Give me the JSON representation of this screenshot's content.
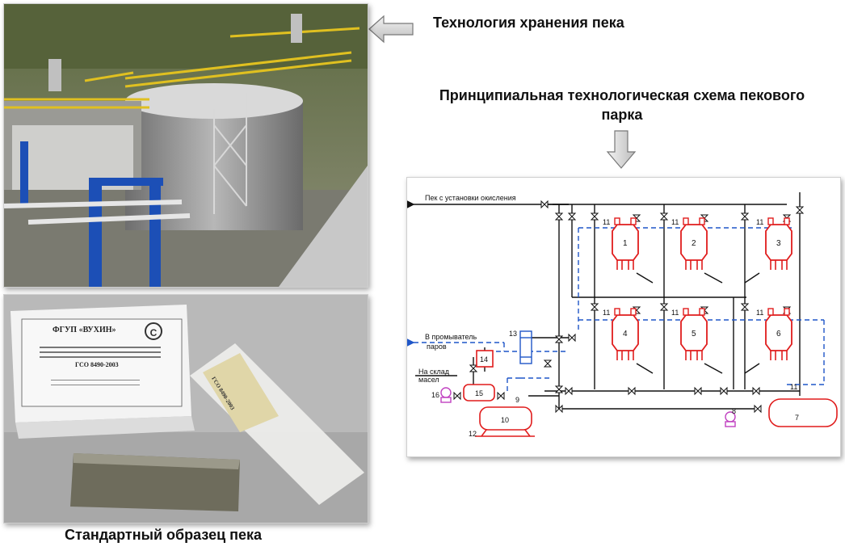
{
  "titles": {
    "storage": "Технология хранения пека",
    "scheme": "Принципиальная технологическая схема пекового парка",
    "sample": "Стандартный образец пека"
  },
  "photo_sample": {
    "box_org": "ФГУП «ВУХИН»",
    "box_code": "ГСО 8490-2003",
    "bag_code": "ГСО 8490-2003"
  },
  "diagram": {
    "label_inlet": "Пек с установки окисления",
    "label_washer_1": "В промыватель",
    "label_washer_2": "паров",
    "label_oil_1": "На склад",
    "label_oil_2": "масел",
    "tanks": [
      "1",
      "2",
      "3",
      "4",
      "5",
      "6"
    ],
    "num_7": "7",
    "num_8": "8",
    "num_9": "9",
    "num_10": "10",
    "num_11": "11",
    "num_12": "12",
    "num_13": "13",
    "num_14": "14",
    "num_15": "15",
    "num_16": "16"
  },
  "colors": {
    "equipment": "#e01c1c",
    "steam": "#1f56c8",
    "pump": "#c040c0",
    "pipe": "#111111"
  }
}
